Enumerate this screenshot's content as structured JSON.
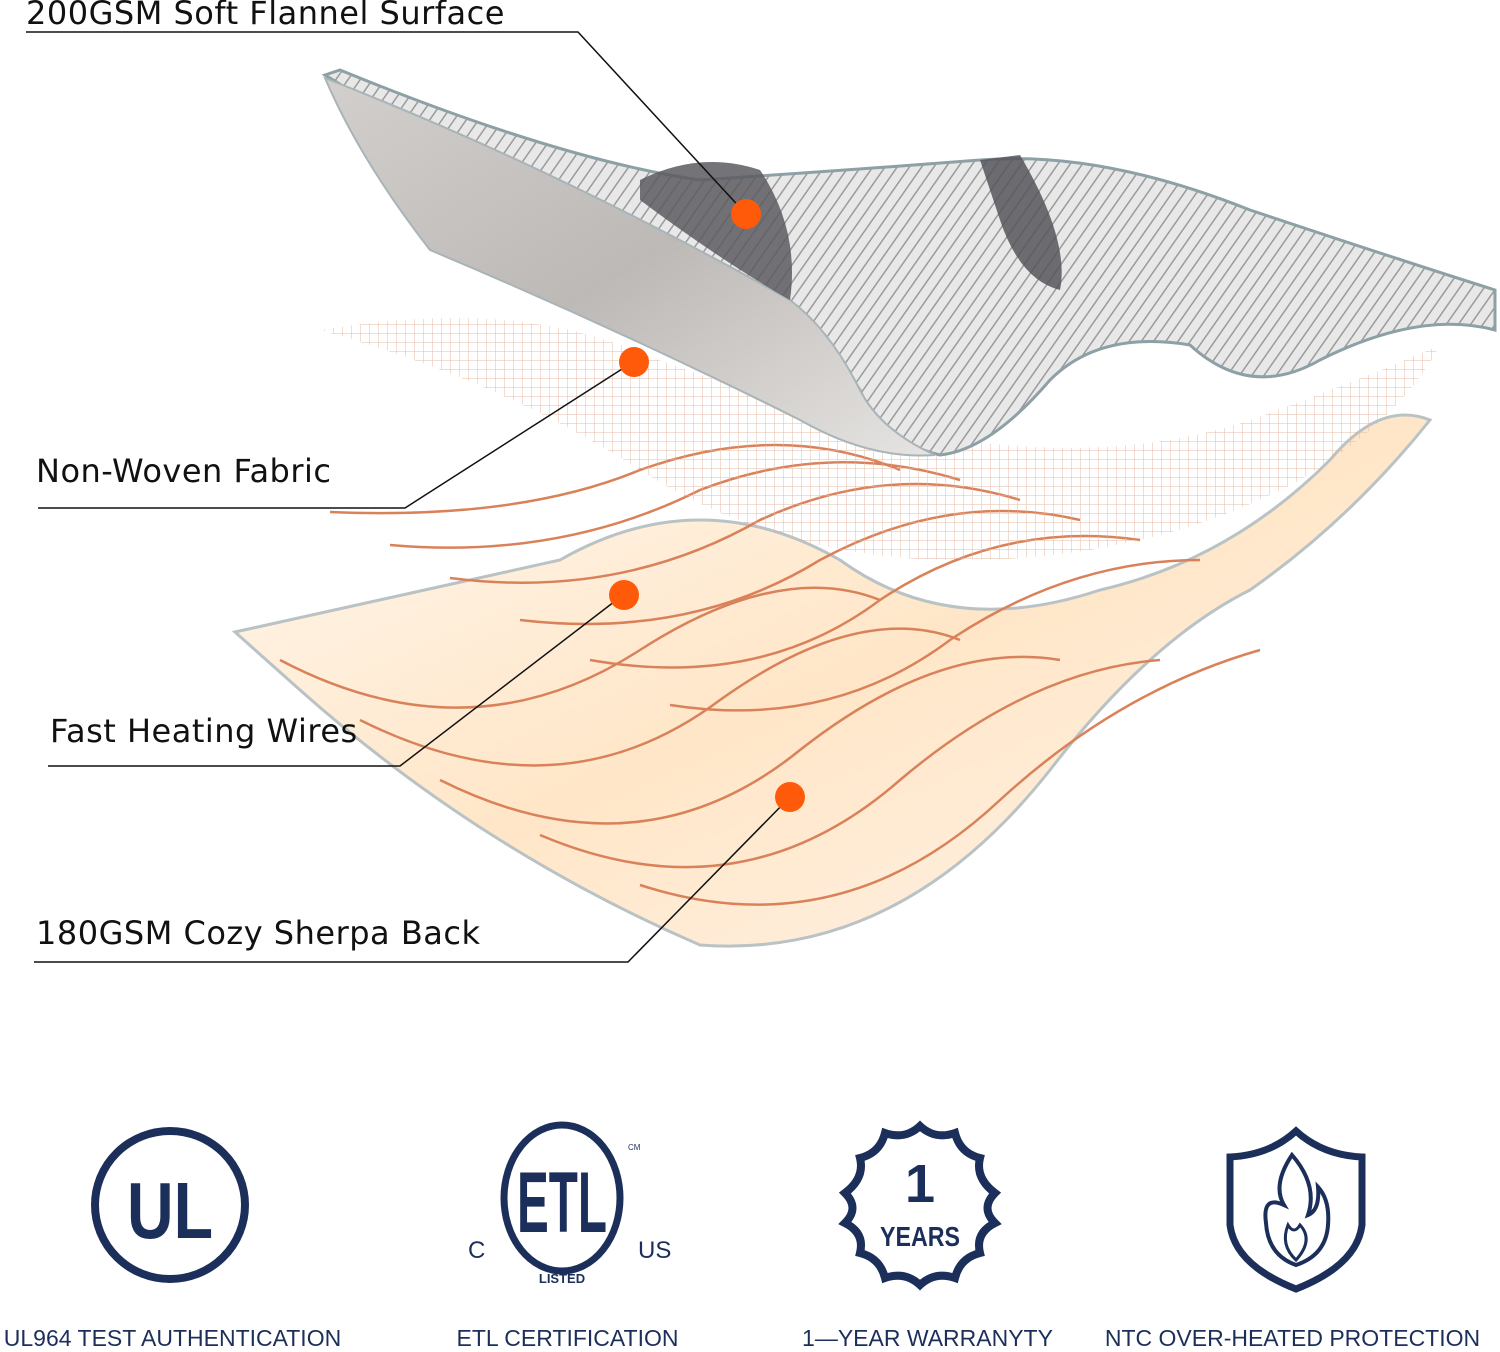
{
  "layers": [
    {
      "label": "200GSM Soft Flannel Surface"
    },
    {
      "label": "Non-Woven Fabric"
    },
    {
      "label": "Fast Heating Wires"
    },
    {
      "label": "180GSM Cozy Sherpa Back"
    }
  ],
  "certifications": [
    {
      "icon": "ul-logo-icon",
      "logo_text": "UL",
      "label": "UL964 TEST AUTHENTICATION"
    },
    {
      "icon": "etl-logo-icon",
      "logo_text": "ETL",
      "logo_sub": [
        "C",
        "US",
        "LISTED",
        "CM"
      ],
      "label": "ETL CERTIFICATION"
    },
    {
      "icon": "warranty-badge-icon",
      "logo_text": "1",
      "logo_sub": [
        "YEARS"
      ],
      "label": "1—YEAR WARRANYTY"
    },
    {
      "icon": "shield-flame-icon",
      "label": "NTC OVER-HEATED PROTECTION"
    }
  ],
  "colors": {
    "accent_dot": "#ff5a0a",
    "navy": "#1c2f5a",
    "wire": "#d9825a"
  }
}
